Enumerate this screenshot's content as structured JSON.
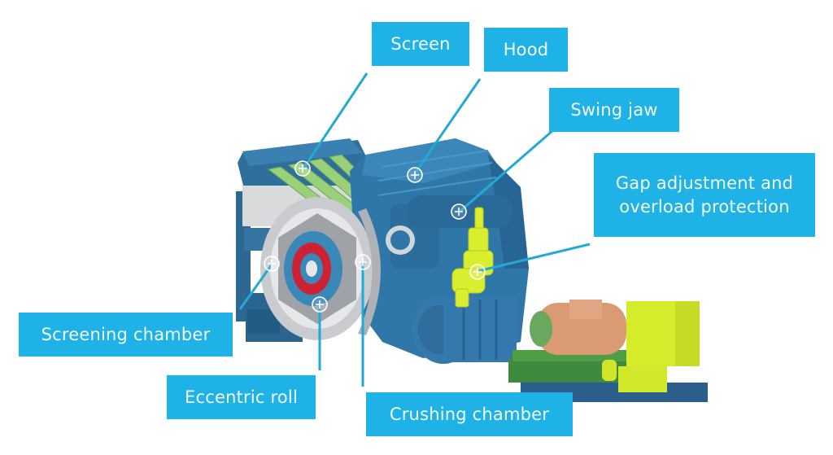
{
  "diagram": {
    "subject": "Crusher machine with motor and hydraulic unit (exploded/cutaway 3D render)",
    "accent_color": "#1eb2e6",
    "label_text_color": "#f4fbff",
    "leader_line_color": "#22a9d6",
    "labels": [
      {
        "id": "screen",
        "text": "Screen"
      },
      {
        "id": "hood",
        "text": "Hood"
      },
      {
        "id": "swing-jaw",
        "text": "Swing jaw"
      },
      {
        "id": "gap-adjustment",
        "line1": "Gap adjustment and",
        "line2": "overload protection"
      },
      {
        "id": "screening-chamber",
        "text": "Screening chamber"
      },
      {
        "id": "eccentric-roll",
        "text": "Eccentric roll"
      },
      {
        "id": "crushing-chamber",
        "text": "Crushing chamber"
      }
    ],
    "hotspot_icon": "plus-circle-icon"
  }
}
